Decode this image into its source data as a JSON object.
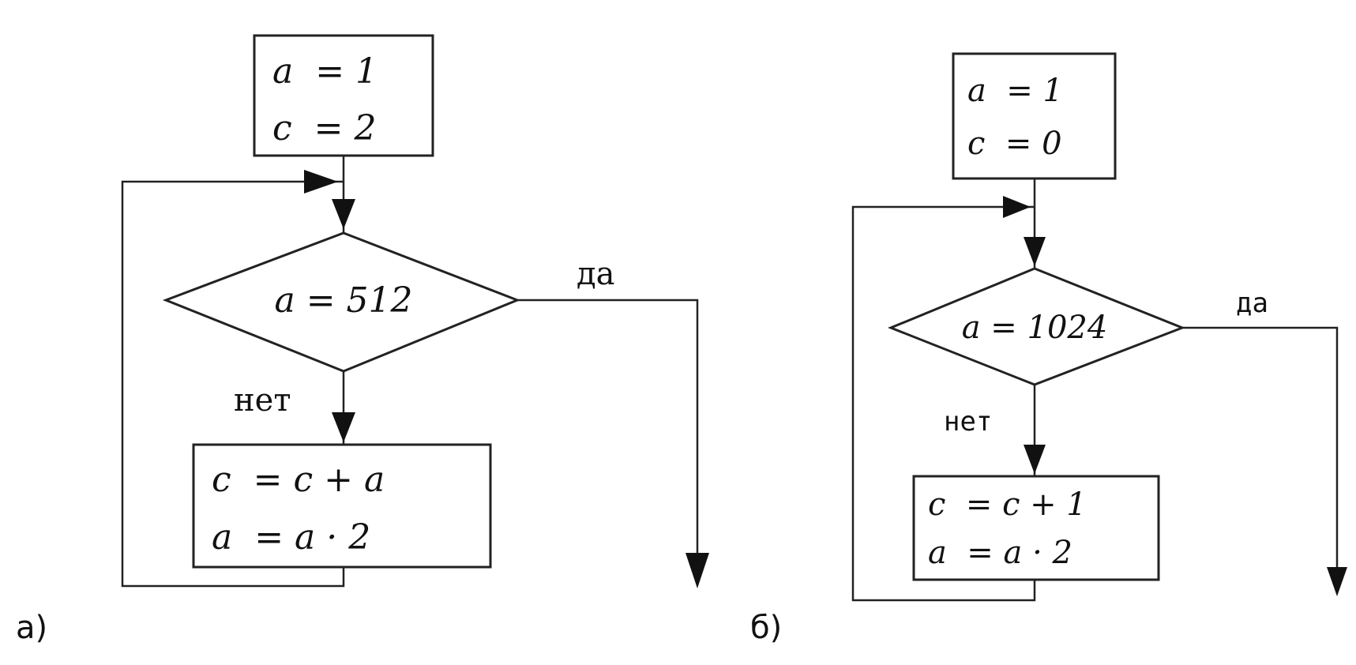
{
  "flowchart_a": {
    "caption": "а)",
    "init_lines": [
      "a  = 1",
      "c  = 2"
    ],
    "condition": "a = 512",
    "yes_label": "да",
    "no_label": "нет",
    "body_lines": [
      "c  = c + a",
      "a  = a · 2"
    ]
  },
  "flowchart_b": {
    "caption": "б)",
    "init_lines": [
      "a  = 1",
      "c  = 0"
    ],
    "condition": "a = 1024",
    "yes_label": "да",
    "no_label": "нет",
    "body_lines": [
      "c  = c + 1",
      "a  = a · 2"
    ]
  }
}
